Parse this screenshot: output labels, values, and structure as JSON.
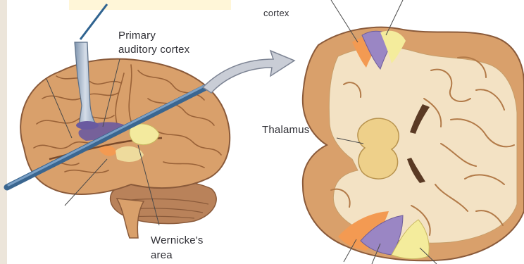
{
  "labels": {
    "cortex": "cortex",
    "primary_auditory_cortex_line1": "Primary",
    "primary_auditory_cortex_line2": "auditory cortex",
    "thalamus": "Thalamus",
    "wernicke_line1": "Wernicke's",
    "wernicke_line2": "area"
  },
  "colors": {
    "brain": "#d9a06b",
    "brain_dark": "#b97a45",
    "white_matter": "#f3e2c4",
    "auditory_cortex_purple": "#9a86c4",
    "orange_region": "#f39a52",
    "yellow_region": "#f4ec9c",
    "thalamus": "#eed08a",
    "cut_plane": "#4f79a3",
    "arrow": "#c9cdd6",
    "electrode": "#9fb1c6"
  }
}
